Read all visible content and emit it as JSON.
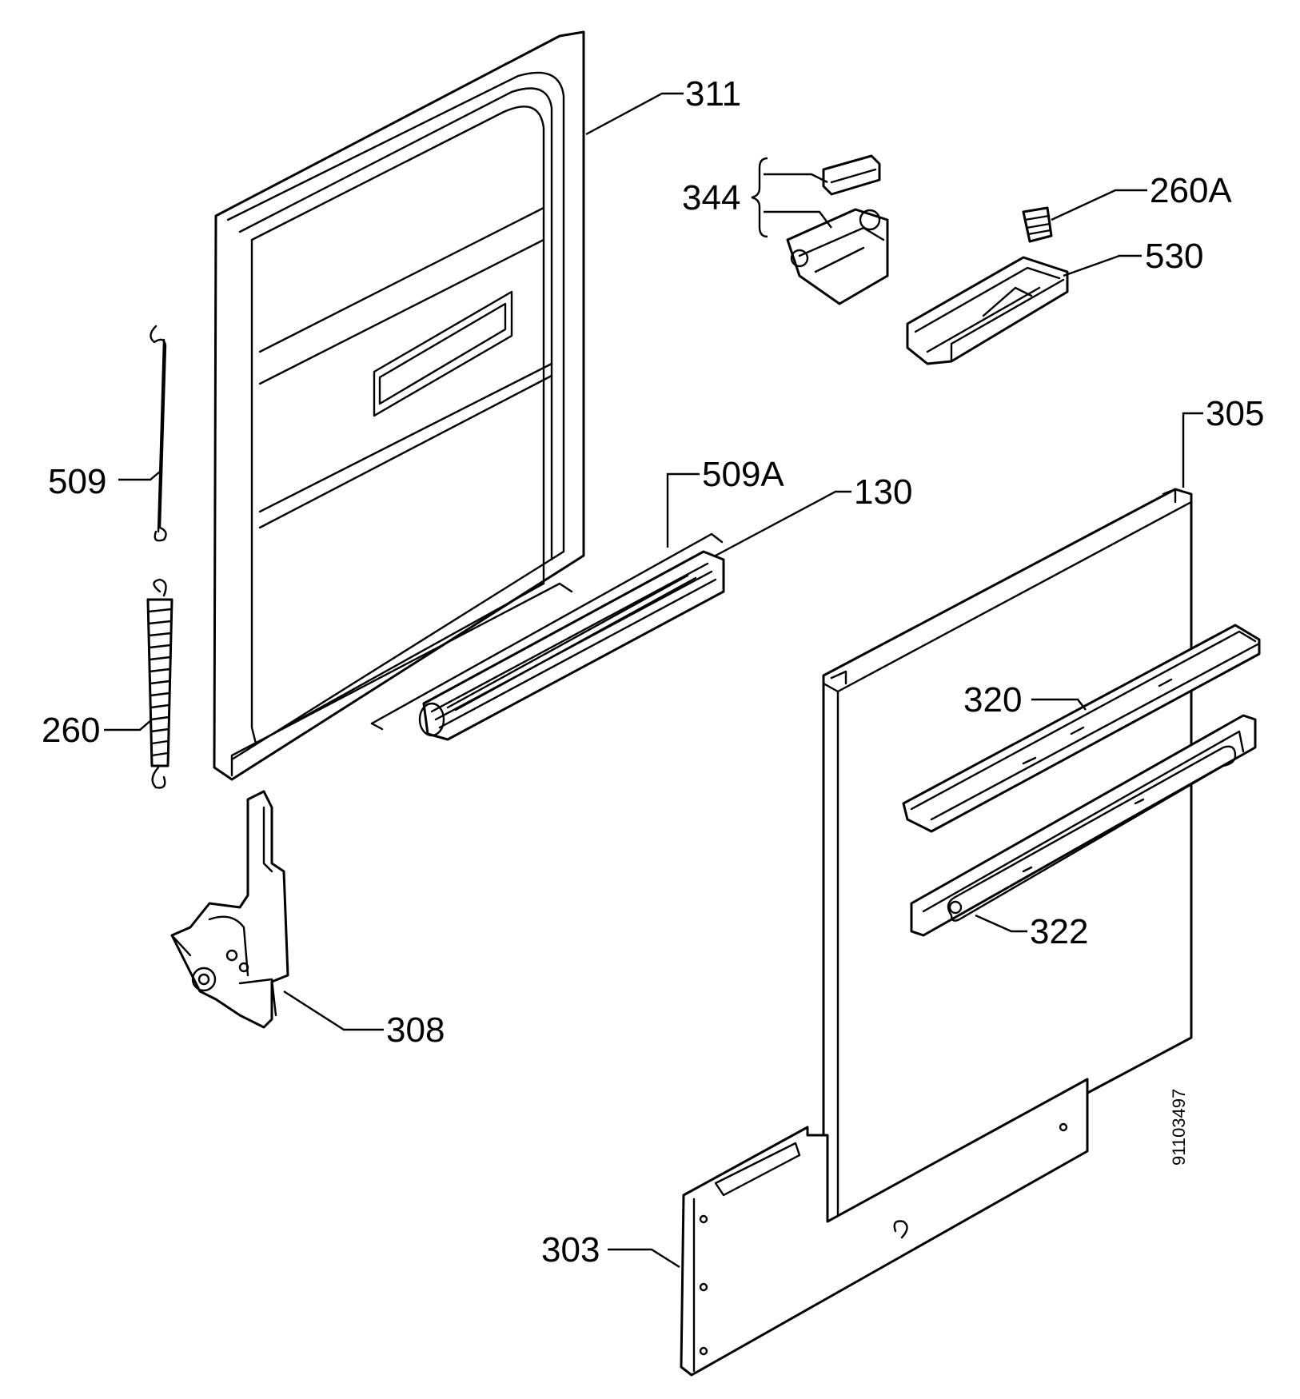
{
  "labels": {
    "p311": "311",
    "p344": "344",
    "p260a": "260A",
    "p530": "530",
    "p305": "305",
    "p509": "509",
    "p509a": "509A",
    "p130": "130",
    "p260": "260",
    "p320": "320",
    "p322": "322",
    "p308": "308",
    "p303": "303",
    "drawing_number": "91103497"
  }
}
